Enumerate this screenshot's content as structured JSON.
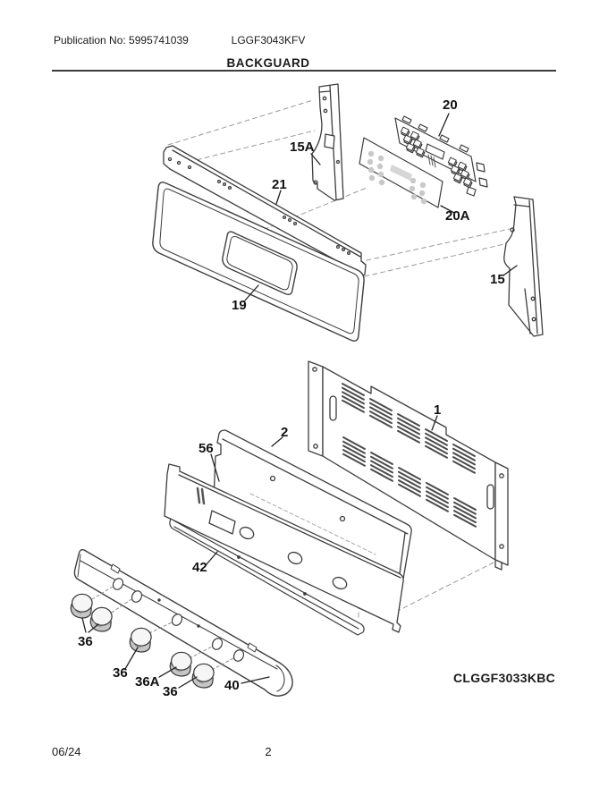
{
  "header": {
    "publication": "Publication No: 5995741039",
    "model": "LGGF3043KFV",
    "section_title": "BACKGUARD"
  },
  "diagram": {
    "code": "CLGGF3033KBC",
    "callouts": [
      {
        "label": "15A"
      },
      {
        "label": "21"
      },
      {
        "label": "20"
      },
      {
        "label": "20A"
      },
      {
        "label": "19"
      },
      {
        "label": "15"
      },
      {
        "label": "1"
      },
      {
        "label": "2"
      },
      {
        "label": "56"
      },
      {
        "label": "42"
      },
      {
        "label": "36"
      },
      {
        "label": "36"
      },
      {
        "label": "36A"
      },
      {
        "label": "36"
      },
      {
        "label": "40"
      }
    ]
  },
  "footer": {
    "date": "06/24",
    "page_number": "2"
  },
  "colors": {
    "ink": "#3d3d3d",
    "shade": "#c9c9c9",
    "light_shade": "#ececec",
    "paper": "#ffffff"
  }
}
